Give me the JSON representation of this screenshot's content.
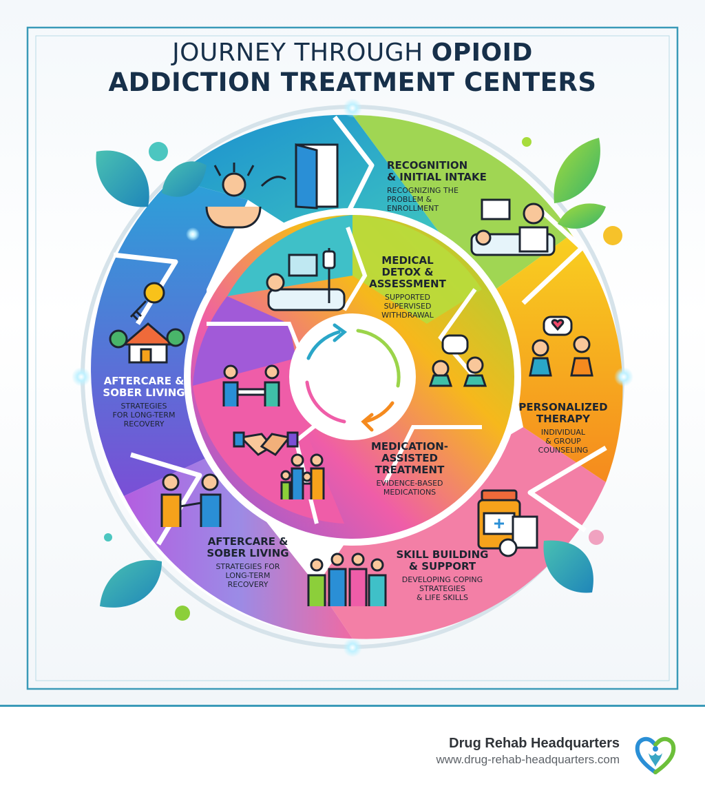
{
  "title": {
    "line1_light": "JOURNEY THROUGH ",
    "line1_bold": "OPIOID",
    "line2": "ADDICTION TREATMENT CENTERS"
  },
  "stages": {
    "recognition": {
      "heading1": "RECOGNITION",
      "heading2": "& INITIAL INTAKE",
      "sub1": "RECOGNIZING THE",
      "sub2": "PROBLEM &",
      "sub3": "ENROLLMENT"
    },
    "detox": {
      "heading1": "MEDICAL",
      "heading2": "DETOX &",
      "heading3": "ASSESSMENT",
      "sub1": "SUPPORTED",
      "sub2": "SUPERVISED",
      "sub3": "WITHDRAWAL"
    },
    "therapy": {
      "heading1": "PERSONALIZED",
      "heading2": "THERAPY",
      "sub1": "INDIVIDUAL",
      "sub2": "& GROUP",
      "sub3": "COUNSELING"
    },
    "mat": {
      "heading1": "MEDICATION-",
      "heading2": "ASSISTED",
      "heading3": "TREATMENT",
      "sub1": "EVIDENCE-BASED",
      "sub2": "MEDICATIONS"
    },
    "skills": {
      "heading1": "SKILL BUILDING",
      "heading2": "& SUPPORT",
      "sub1": "DEVELOPING COPING",
      "sub2": "STRATEGIES",
      "sub3": "& LIFE SKILLS"
    },
    "aftercare_bottom": {
      "heading1": "AFTERCARE &",
      "heading2": "SOBER LIVING",
      "sub1": "STRATEGIES FOR",
      "sub2": "LONG-TERM",
      "sub3": "RECOVERY"
    },
    "aftercare_left": {
      "heading1": "AFTERCARE &",
      "heading2": "SOBER LIVING",
      "sub1": "STRATEGIES",
      "sub2": "FOR LONG-TERM",
      "sub3": "RECOVERY"
    }
  },
  "footer": {
    "brand": "Drug Rehab Headquarters",
    "url": "www.drug-rehab-headquarters.com"
  },
  "colors": {
    "frame": "#3a9ab8",
    "title": "#17304a",
    "accent_teal": "#1fa7c9",
    "accent_green": "#8ccf3a",
    "accent_orange": "#f7a21b",
    "accent_pink": "#ef5da8",
    "accent_purple": "#8a5cd8"
  },
  "icons": [
    "stress-person-icon",
    "open-door-icon",
    "doctor-patient-icon",
    "iv-bed-icon",
    "chat-bubbles-icon",
    "therapy-heart-icon",
    "pill-bottle-icon",
    "cheering-group-icon",
    "helping-hand-icon",
    "house-key-icon",
    "meeting-table-icon",
    "handshake-icon",
    "family-icon",
    "cycle-arrows-icon",
    "leaf-icon",
    "logo-icon"
  ]
}
